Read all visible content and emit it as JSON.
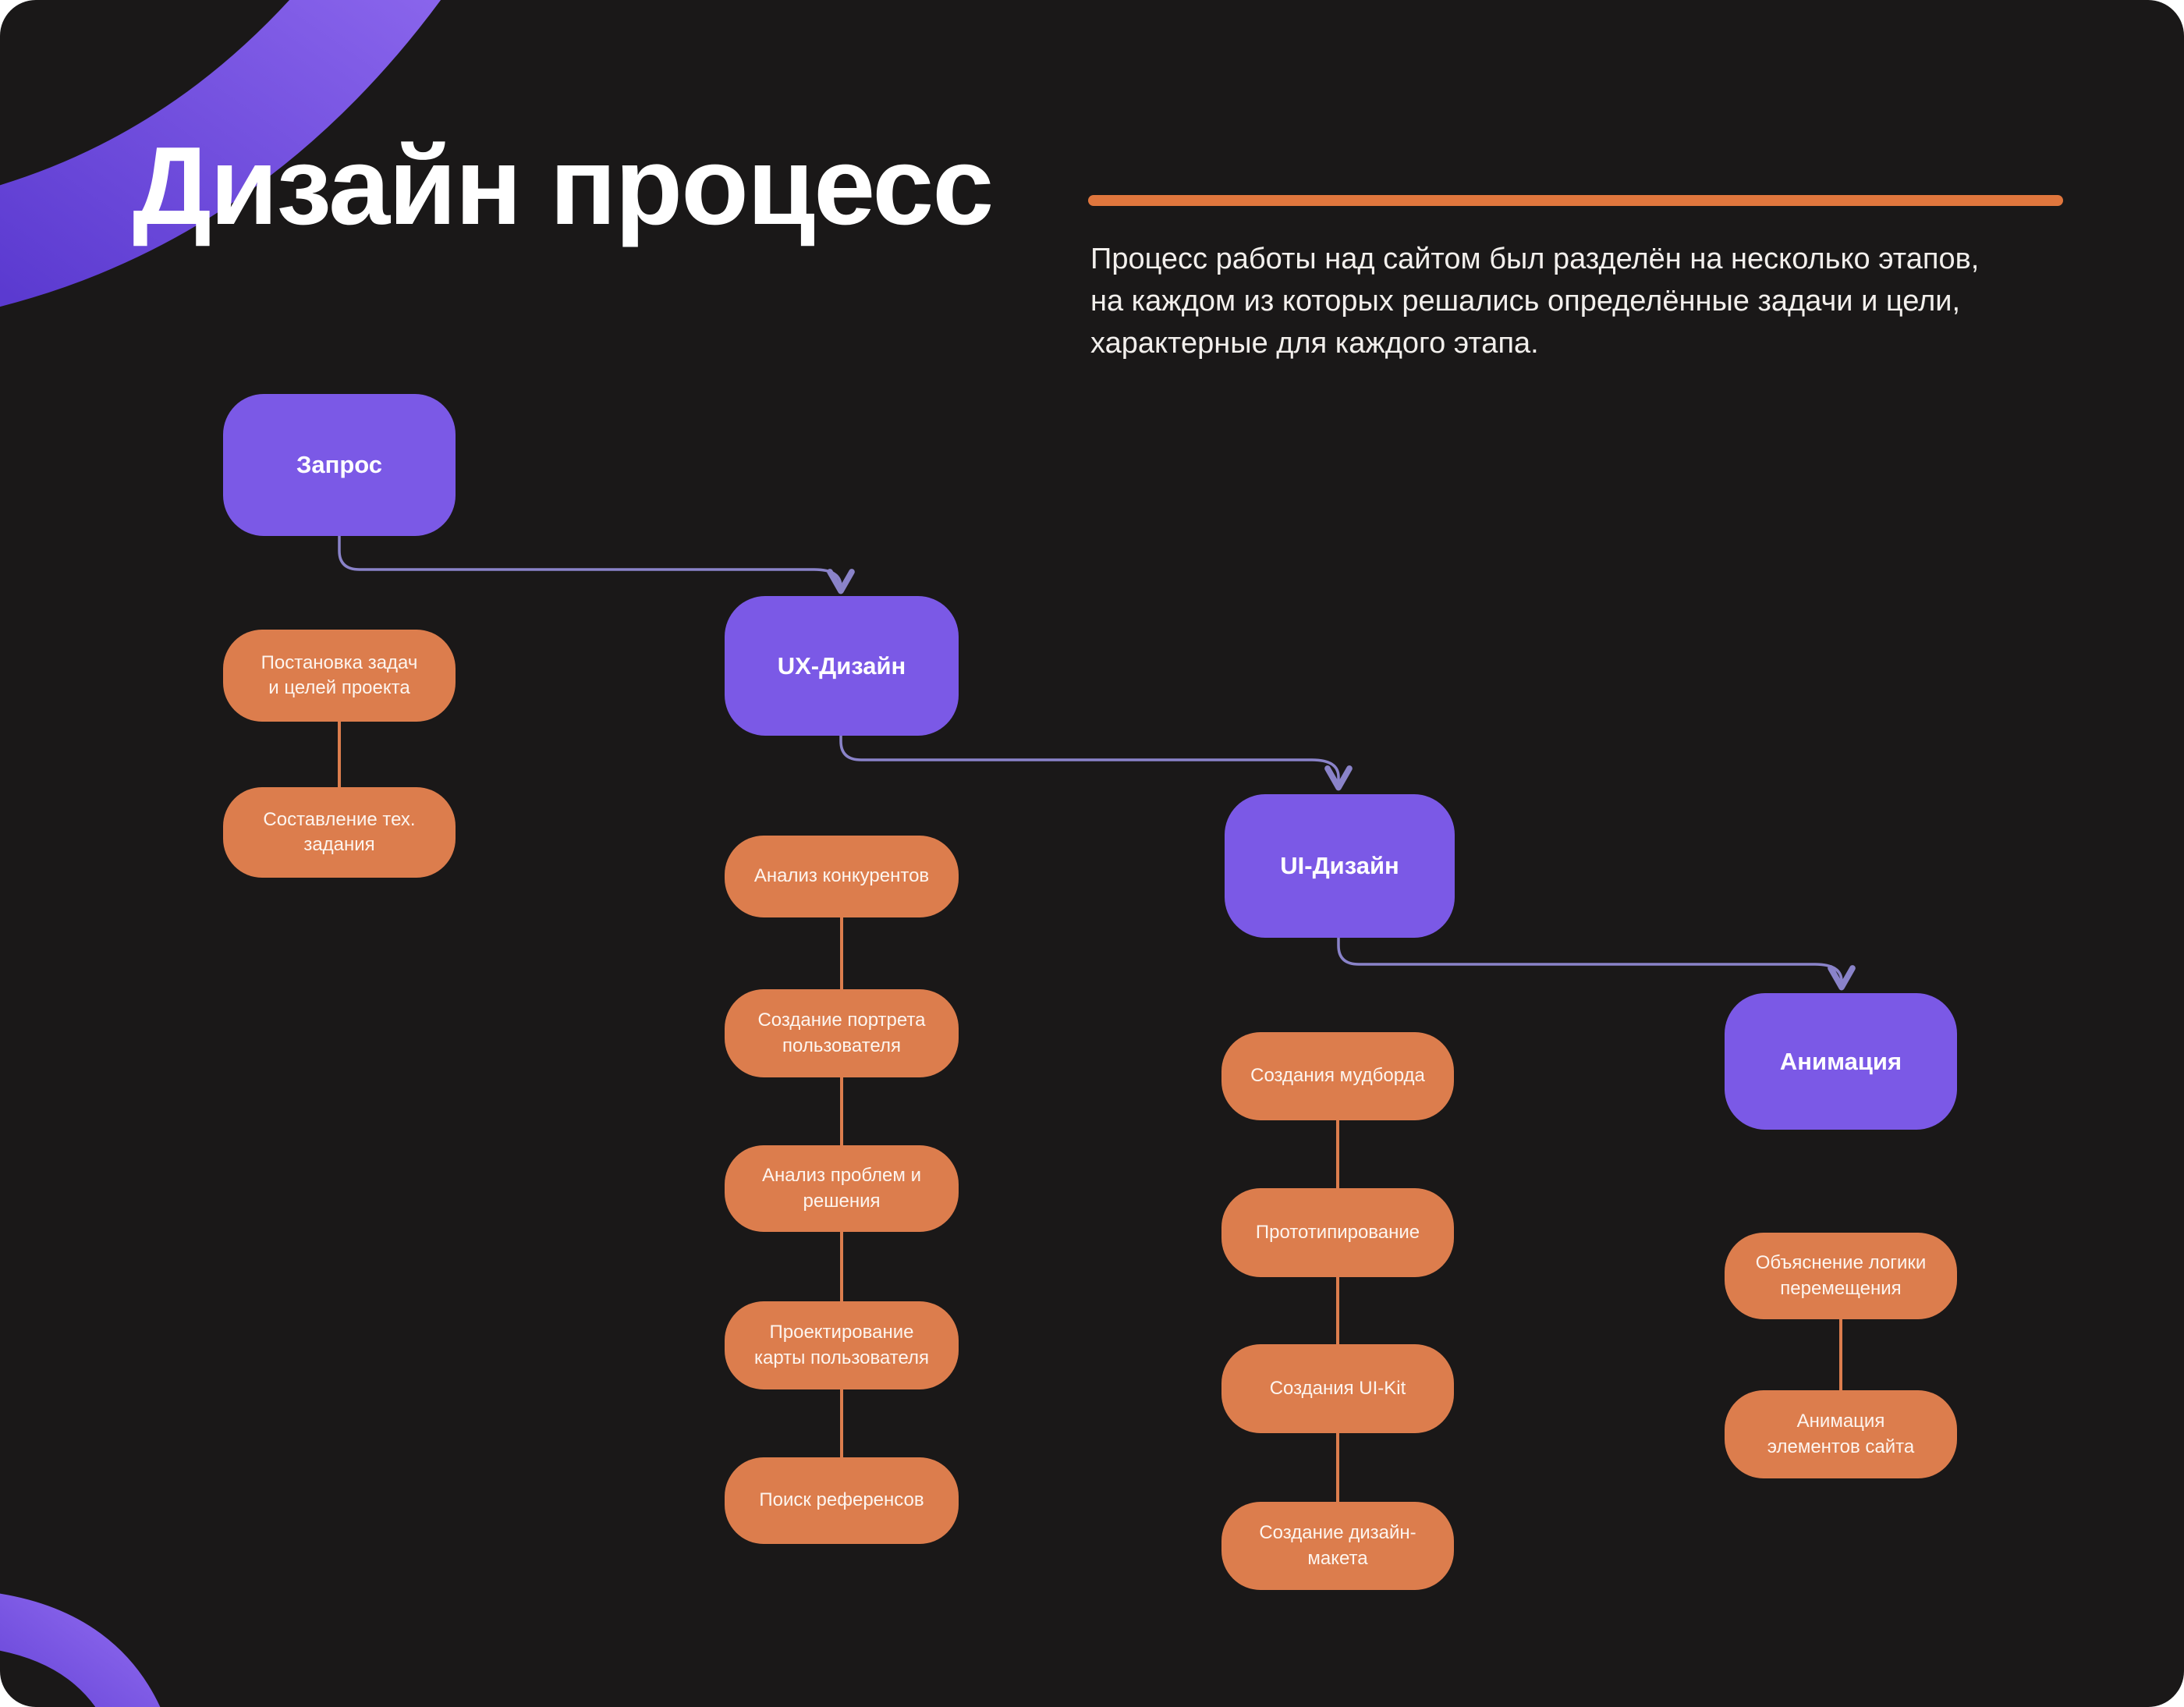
{
  "header": {
    "title": "Дизайн процесс",
    "description": "Процесс работы над сайтом был разделён на несколько этапов,\nна каждом из которых решались определённые задачи и цели,\nхарактерные для каждого этапа."
  },
  "colors": {
    "background": "#1a1818",
    "stage_purple": "#7b59e6",
    "step_orange": "#dc7d4d",
    "connector_purple": "#8a83c9",
    "divider_orange": "#e0763d",
    "decor_gradient_start": "#5b3ad0",
    "decor_gradient_end": "#8d68ee",
    "text_white": "#ffffff"
  },
  "flowchart": {
    "columns": [
      {
        "stage": "Запрос",
        "steps": [
          "Постановка задач\nи целей проекта",
          "Составление тех.\nзадания"
        ]
      },
      {
        "stage": "UX-Дизайн",
        "steps": [
          "Анализ конкурентов",
          "Создание портрета\nпользователя",
          "Анализ проблем и\nрешения",
          "Проектирование\nкарты пользователя",
          "Поиск референсов"
        ]
      },
      {
        "stage": "UI-Дизайн",
        "steps": [
          "Создания мудборда",
          "Прототипирование",
          "Создания UI-Kit",
          "Создание дизайн-\nмакета"
        ]
      },
      {
        "stage": "Анимация",
        "steps": [
          "Объяснение логики\nперемещения",
          "Анимация\nэлементов сайта"
        ]
      }
    ]
  }
}
